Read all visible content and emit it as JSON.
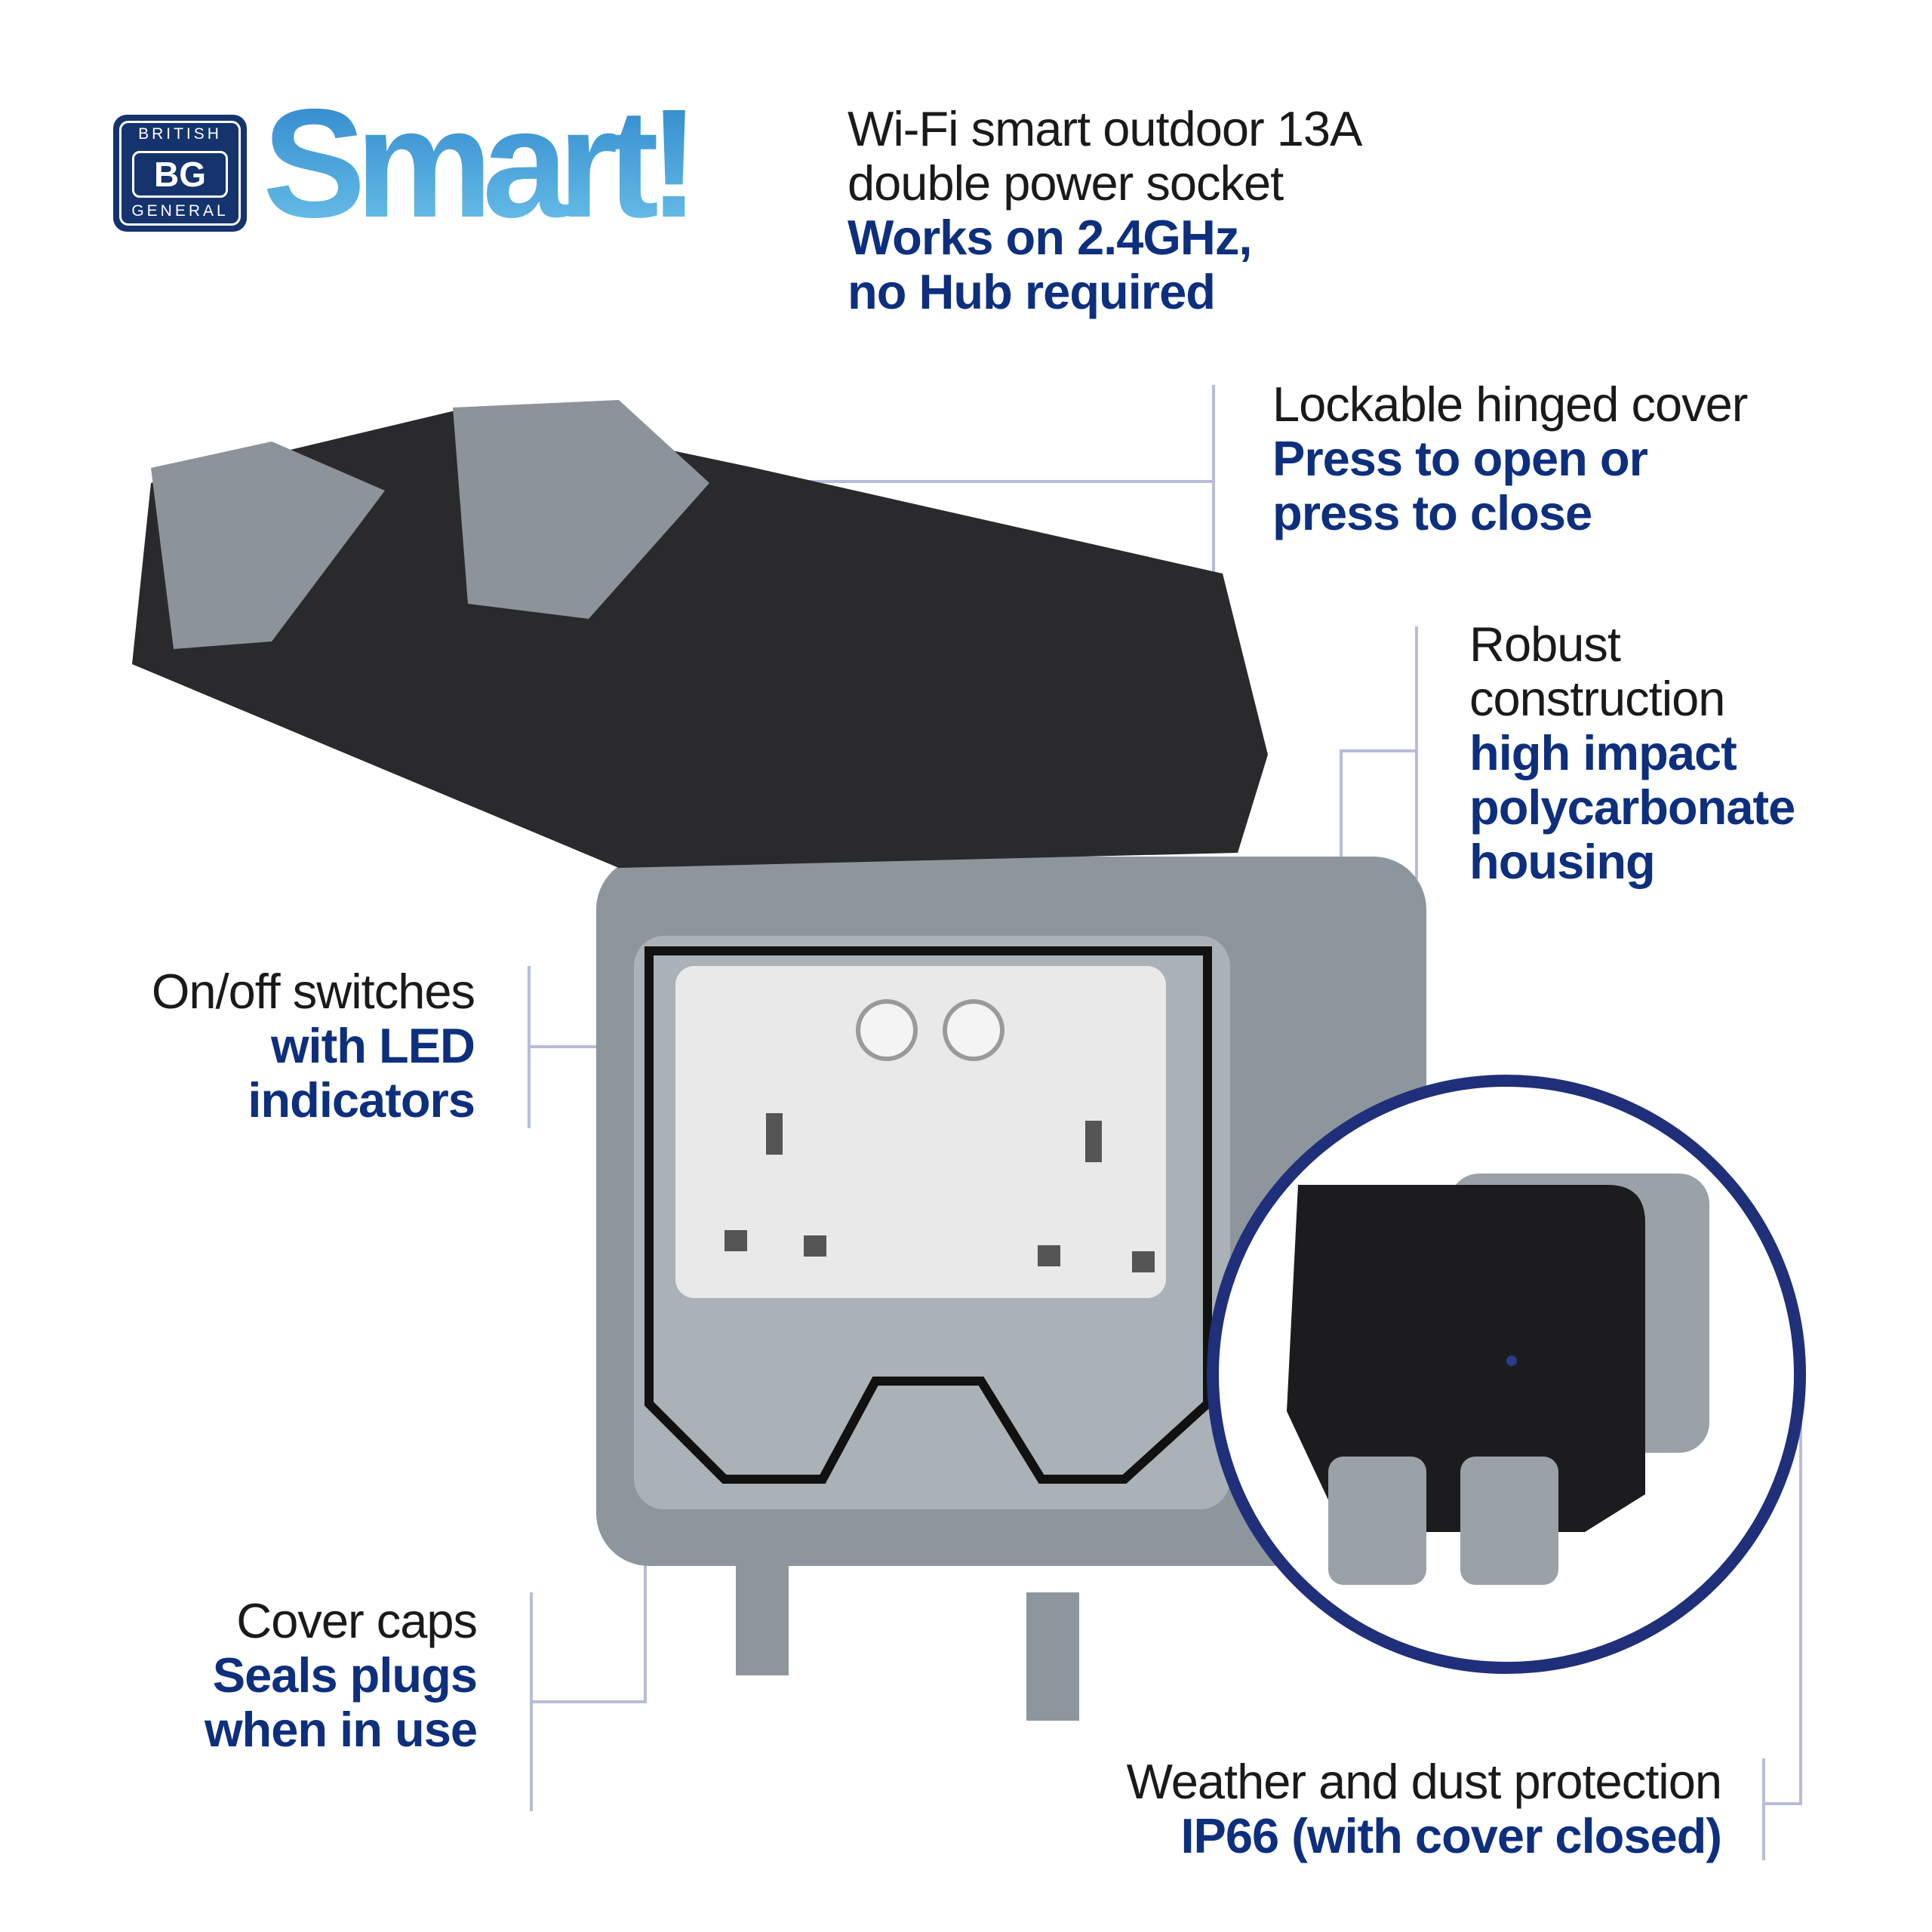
{
  "logo": {
    "top": "BRITISH",
    "middle": "BG",
    "bottom": "GENERAL",
    "wordmark": "Smart!"
  },
  "header": {
    "line1": "Wi-Fi smart outdoor 13A",
    "line2": "double power socket",
    "bold1": "Works on 2.4GHz,",
    "bold2": "no Hub required"
  },
  "callouts": {
    "cover": {
      "title": "Lockable hinged cover",
      "bold1": "Press to open or",
      "bold2": "press to close"
    },
    "housing": {
      "title1": "Robust",
      "title2": "construction",
      "bold1": "high impact",
      "bold2": "polycarbonate",
      "bold3": "housing"
    },
    "switches": {
      "title": "On/off switches",
      "bold1": "with LED",
      "bold2": "indicators"
    },
    "caps": {
      "title": "Cover caps",
      "bold1": "Seals plugs",
      "bold2": "when in use"
    },
    "weather": {
      "title": "Weather and dust protection",
      "bold1": "IP66 (with cover closed)"
    }
  },
  "colors": {
    "accent": "#0d2f7e",
    "leader": "#b9bcd8",
    "circle": "#1f2f7a",
    "logo_blue": "#3a98d8"
  }
}
